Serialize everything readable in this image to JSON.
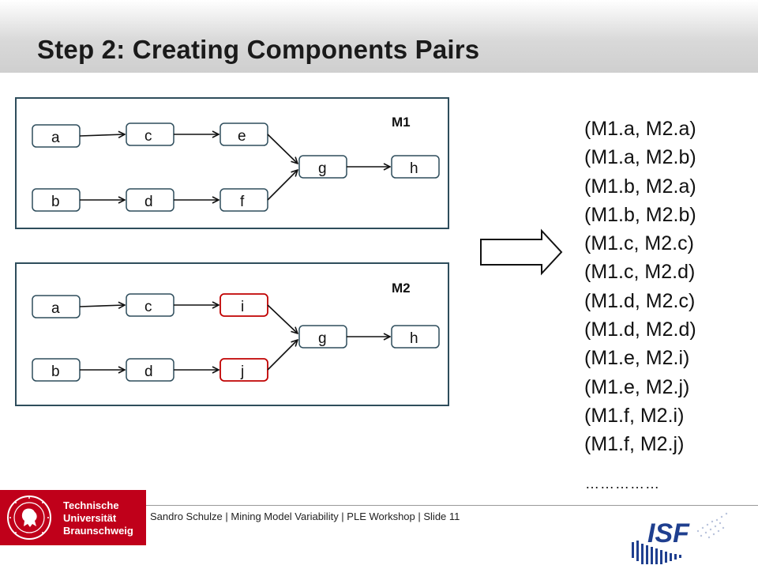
{
  "slide": {
    "title": "Step 2: Creating Components Pairs"
  },
  "model1": {
    "label": "M1",
    "nodes": [
      "a",
      "b",
      "c",
      "d",
      "e",
      "f",
      "g",
      "h"
    ],
    "edges": [
      [
        "a",
        "c"
      ],
      [
        "c",
        "e"
      ],
      [
        "b",
        "d"
      ],
      [
        "d",
        "f"
      ],
      [
        "e",
        "g"
      ],
      [
        "f",
        "g"
      ],
      [
        "g",
        "h"
      ]
    ]
  },
  "model2": {
    "label": "M2",
    "nodes": [
      "a",
      "b",
      "c",
      "d",
      "i",
      "j",
      "g",
      "h"
    ],
    "highlighted_nodes": [
      "i",
      "j"
    ],
    "edges": [
      [
        "a",
        "c"
      ],
      [
        "c",
        "i"
      ],
      [
        "b",
        "d"
      ],
      [
        "d",
        "j"
      ],
      [
        "i",
        "g"
      ],
      [
        "j",
        "g"
      ],
      [
        "g",
        "h"
      ]
    ]
  },
  "pairs": [
    "(M1.a, M2.a)",
    "(M1.a, M2.b)",
    "(M1.b, M2.a)",
    "(M1.b, M2.b)",
    "(M1.c, M2.c)",
    "(M1.c, M2.d)",
    "(M1.d, M2.c)",
    "(M1.d, M2.d)",
    "(M1.e, M2.i)",
    "(M1.e, M2.j)",
    "(M1.f, M2.i)",
    "(M1.f, M2.j)"
  ],
  "pairs_ellipsis": "……………",
  "footer": {
    "text": "Sandro Schulze | Mining Model Variability | PLE Workshop | Slide 11",
    "university_lines": [
      "Technische",
      "Universität",
      "Braunschweig"
    ],
    "institute_logo_text": "ISF"
  },
  "colors": {
    "box_border": "#2e4d5c",
    "node_border": "#2e4d5c",
    "highlight_border": "#c00000",
    "tu_red": "#c0001a",
    "isf_blue": "#1f3f8f"
  }
}
